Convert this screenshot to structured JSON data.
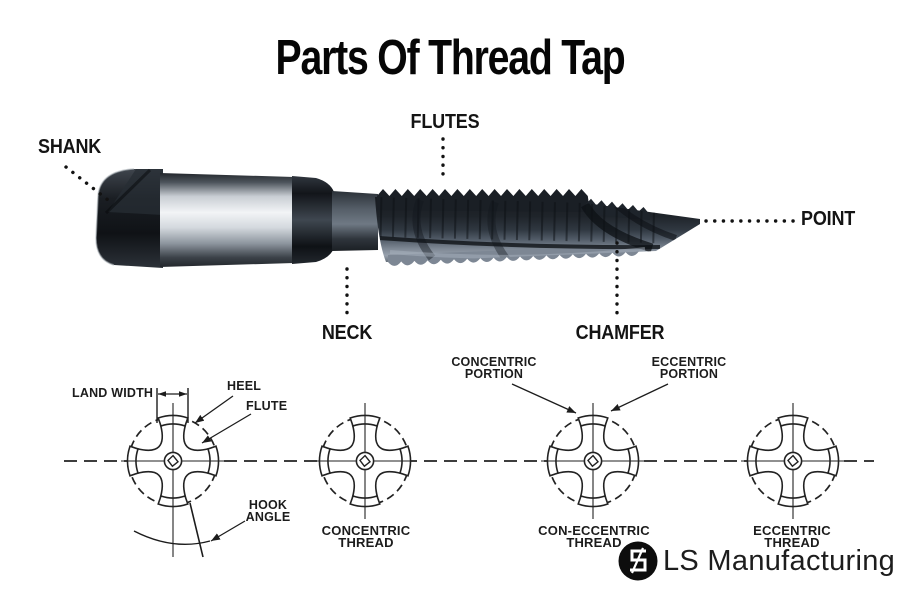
{
  "title": "Parts Of Thread Tap",
  "tap": {
    "labels": {
      "shank": "SHANK",
      "flutes": "FLUTES",
      "neck": "NECK",
      "chamfer": "CHAMFER",
      "point": "POINT"
    }
  },
  "cross_section_diagram": {
    "annotations": {
      "land_width": "LAND WIDTH",
      "heel": "HEEL",
      "flute": "FLUTE",
      "hook_angle": "HOOK\nANGLE",
      "concentric_portion": "CONCENTRIC\nPORTION",
      "eccentric_portion": "ECCENTRIC\nPORTION"
    },
    "captions": {
      "concentric": "CONCENTRIC\nTHREAD",
      "con_eccentric": "CON-ECCENTRIC\nTHREAD",
      "eccentric": "ECCENTRIC\nTHREAD"
    }
  },
  "branding": {
    "company": "LS Manufacturing",
    "logo_monogram": "LS"
  },
  "colors": {
    "background": "#ffffff",
    "text": "#111111",
    "line_art": "#222222",
    "tap_dark_steel": "#1d2126",
    "tap_light_steel": "#87919e",
    "shank_silver": "#f2f4f6",
    "logo_black": "#0d0d0d"
  }
}
